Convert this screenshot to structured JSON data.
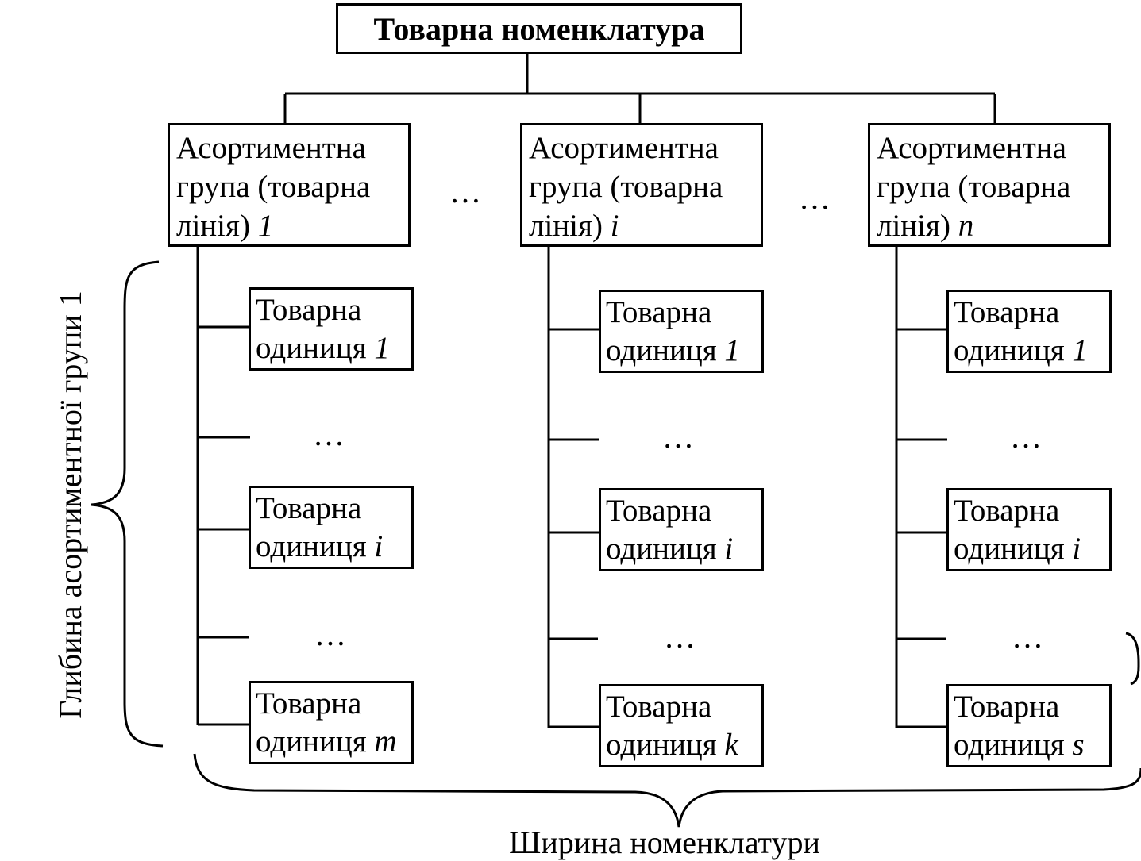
{
  "root": {
    "label": "Товарна номенклатура"
  },
  "groups": [
    {
      "line1": "Асортиментна",
      "line2": "група (товарна",
      "line3": "лінія) ",
      "index": "1",
      "units": [
        {
          "line1": "Товарна",
          "line2": "одиниця ",
          "index": "1"
        },
        {
          "line1": "Товарна",
          "line2": "одиниця ",
          "index": "i"
        },
        {
          "line1": "Товарна",
          "line2": "одиниця ",
          "index": "m"
        }
      ]
    },
    {
      "line1": "Асортиментна",
      "line2": "група (товарна",
      "line3": "лінія) ",
      "index": "i",
      "units": [
        {
          "line1": "Товарна",
          "line2": "одиниця ",
          "index": "1"
        },
        {
          "line1": "Товарна",
          "line2": "одиниця ",
          "index": "i"
        },
        {
          "line1": "Товарна",
          "line2": "одиниця ",
          "index": "k"
        }
      ]
    },
    {
      "line1": "Асортиментна",
      "line2": "група (товарна",
      "line3": "лінія) ",
      "index": "n",
      "units": [
        {
          "line1": "Товарна",
          "line2": "одиниця ",
          "index": "1"
        },
        {
          "line1": "Товарна",
          "line2": "одиниця ",
          "index": "i"
        },
        {
          "line1": "Товарна",
          "line2": "одиниця ",
          "index": "s"
        }
      ]
    }
  ],
  "ellipsis": "…",
  "depth_label": "Глибина асортиментної групи 1",
  "width_label": "Ширина номенклатури",
  "line_color": "#000000"
}
